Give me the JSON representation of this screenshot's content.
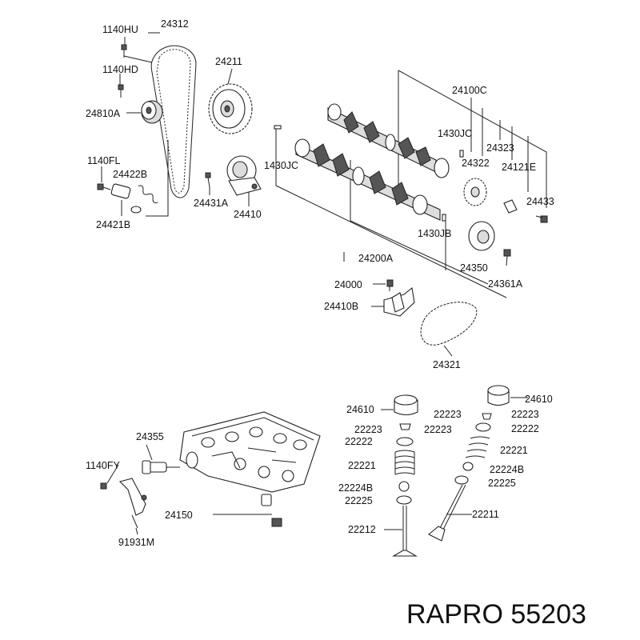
{
  "diagram": {
    "labels": {
      "p1140HU": "1140HU",
      "p24312": "24312",
      "p1140HD": "1140HD",
      "p24211": "24211",
      "p24810A": "24810A",
      "p24100C": "24100C",
      "p1430JC_a": "1430JC",
      "p24323": "24323",
      "p1140FL": "1140FL",
      "p24422B": "24422B",
      "p1430JC_b": "1430JC",
      "p24322": "24322",
      "p24121E": "24121E",
      "p24431A": "24431A",
      "p24410": "24410",
      "p24433": "24433",
      "p24421B": "24421B",
      "p1430JB": "1430JB",
      "p24200A": "24200A",
      "p24350": "24350",
      "p24000": "24000",
      "p24361A": "24361A",
      "p24410B": "24410B",
      "p24321": "24321",
      "p24610_l": "24610",
      "p24610_r": "24610",
      "p22223_l1": "22223",
      "p22223_l2": "22223",
      "p22223_r1": "22223",
      "p22223_r2": "22223",
      "p24355": "24355",
      "p22222_l": "22222",
      "p22222_r": "22222",
      "p22221_l": "22221",
      "p22221_r": "22221",
      "p1140FY": "1140FY",
      "p22224B_l": "22224B",
      "p22224B_r": "22224B",
      "p22225_l": "22225",
      "p22225_r": "22225",
      "p24150": "24150",
      "p22211": "22211",
      "p22212": "22212",
      "p91931M": "91931M"
    },
    "brand_text": "RAPRO 55203"
  }
}
